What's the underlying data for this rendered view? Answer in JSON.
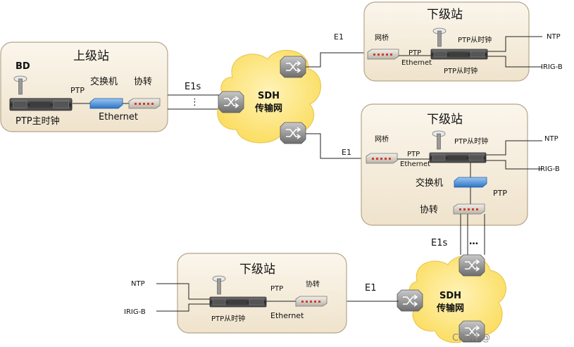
{
  "master_station": {
    "title": "上级站",
    "bd_label": "BD",
    "ptp_label": "PTP",
    "switch_label": "交换机",
    "converter_label": "协转",
    "ethernet_label": "Ethernet",
    "clock_label": "PTP主时钟"
  },
  "links": {
    "e1s_top": "E1s",
    "e1_top": "E1",
    "e1_mid": "E1",
    "e1s_right": "E1s",
    "e1_bottom": "E1"
  },
  "sdh_networks": [
    {
      "line1": "SDH",
      "line2": "传输网"
    },
    {
      "line1": "SDH",
      "line2": "传输网"
    }
  ],
  "slave_station_1": {
    "title": "下级站",
    "bridge_label": "网桥",
    "ptp_label": "PTP",
    "ethernet_label": "Ethernet",
    "clock_top_label": "PTP从时钟",
    "clock_bottom_label": "PTP从时钟",
    "ntp_label": "NTP",
    "irig_label": "IRIG-B"
  },
  "slave_station_2": {
    "title": "下级站",
    "bridge_label": "网桥",
    "ptp_label": "PTP",
    "ethernet_label": "Ethernet",
    "clock_label": "PTP从时钟",
    "switch_label": "交换机",
    "ptp_switch_label": "PTP",
    "converter_label": "协转",
    "ntp_label": "NTP",
    "irig_label": "IRIG-B"
  },
  "slave_station_3": {
    "title": "下级站",
    "ptp_label": "PTP",
    "converter_label": "协转",
    "ethernet_label": "Ethernet",
    "clock_label": "PTP从时钟",
    "ntp_label": "NTP",
    "irig_label": "IRIG-B"
  },
  "watermark": "CSDN @",
  "colors": {
    "station_fill": "#f3ead9",
    "station_border": "#b5a58a",
    "cloud_fill": "#fde789",
    "switch_fill": "#4b8fd6"
  }
}
